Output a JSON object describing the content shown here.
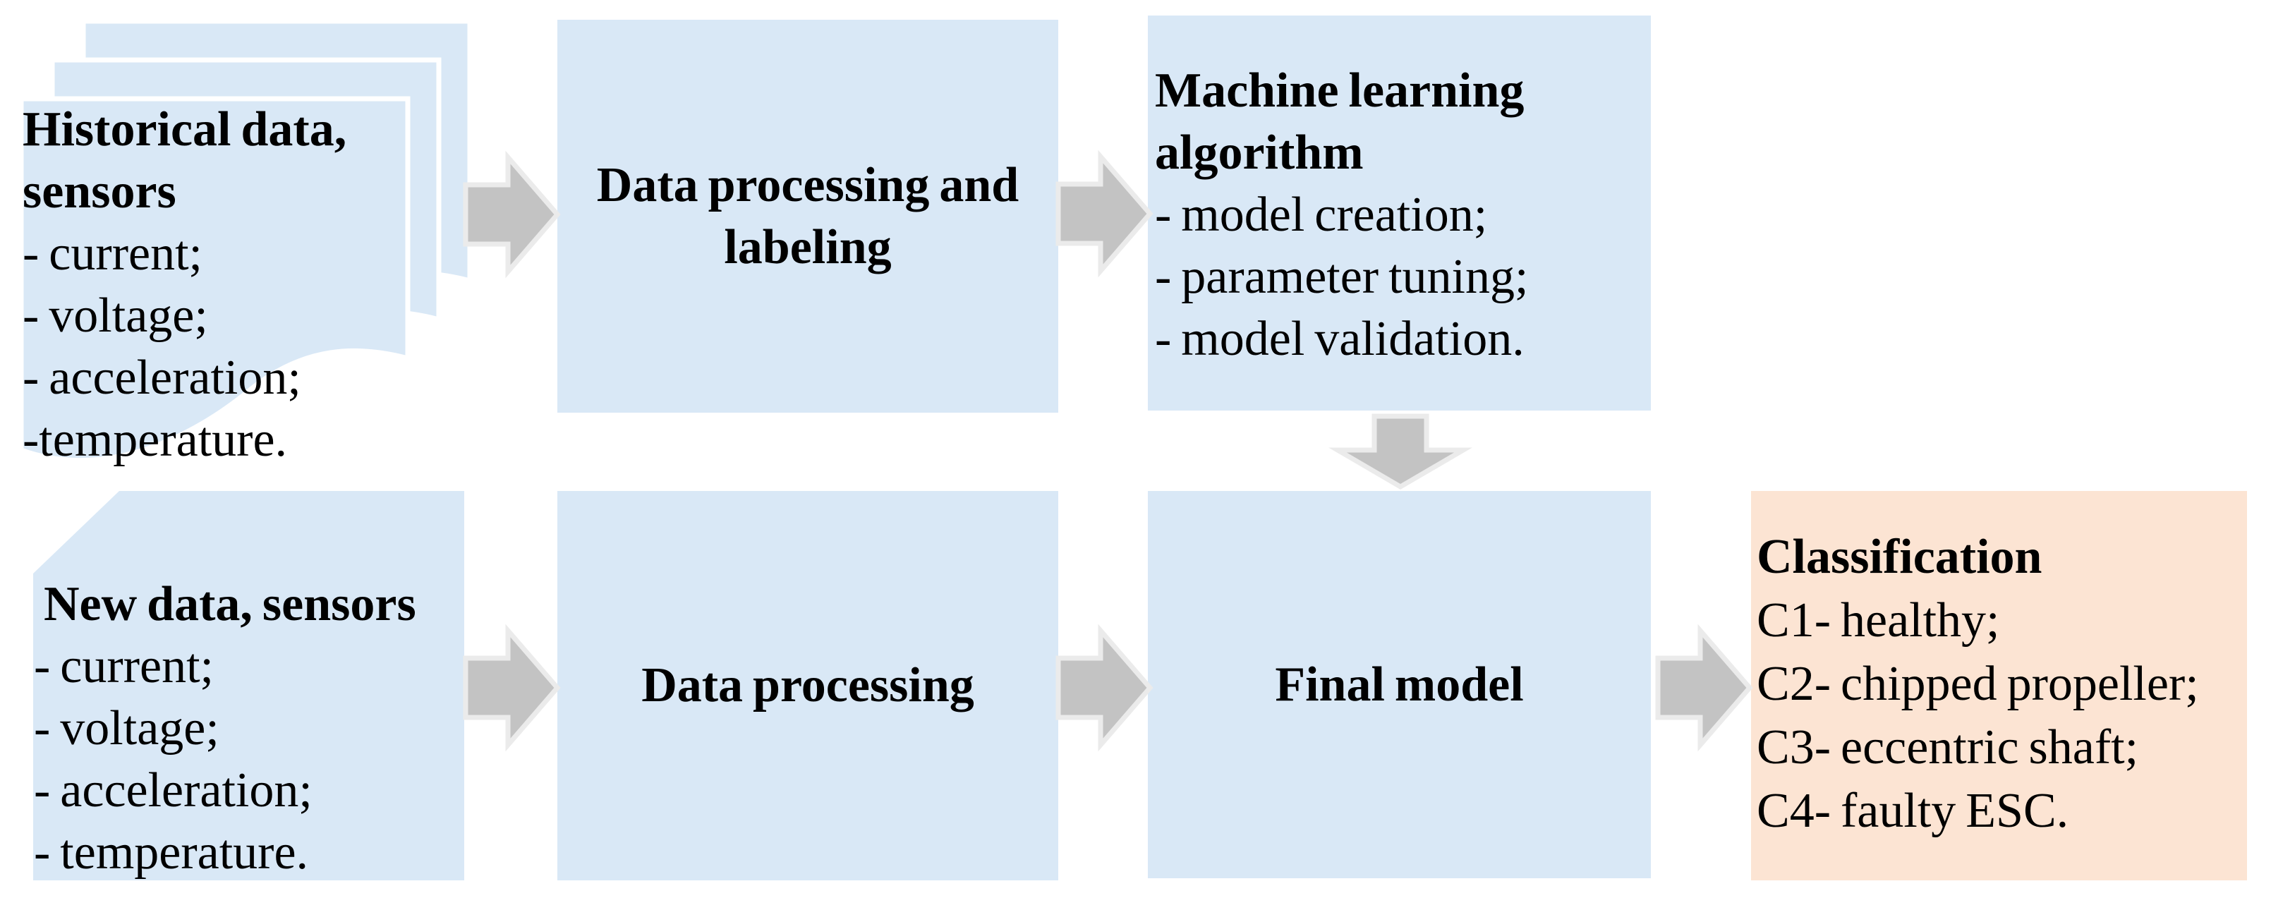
{
  "colors": {
    "box_blue": "#d9e8f6",
    "box_peach": "#fce4d3",
    "arrow_fill": "#c3c3c3",
    "arrow_outline": "#ebebeb",
    "doc_outline": "#ffffff",
    "text": "#000000"
  },
  "icons": {
    "stacked_documents": "multidocument-icon",
    "flow_right": "arrow-right-icon",
    "flow_down": "arrow-down-icon"
  },
  "nodes": {
    "historical": {
      "title_lines": [
        "Historical data,",
        "sensors"
      ],
      "items": [
        "- current;",
        "- voltage;",
        "- acceleration;",
        "-temperature."
      ]
    },
    "processing_labeling": {
      "title_lines": [
        "Data processing and",
        "labeling"
      ]
    },
    "ml_algorithm": {
      "title_lines": [
        "Machine learning",
        "algorithm"
      ],
      "items": [
        "- model creation;",
        "- parameter tuning;",
        "- model validation."
      ]
    },
    "new_data": {
      "title": "New data, sensors",
      "items": [
        "- current;",
        "- voltage;",
        "- acceleration;",
        "- temperature."
      ]
    },
    "data_processing": {
      "title": "Data processing"
    },
    "final_model": {
      "title": "Final model"
    },
    "classification": {
      "title": "Classification",
      "items": [
        "C1- healthy;",
        "C2- chipped propeller;",
        "C3- eccentric shaft;",
        "C4- faulty ESC."
      ]
    }
  }
}
